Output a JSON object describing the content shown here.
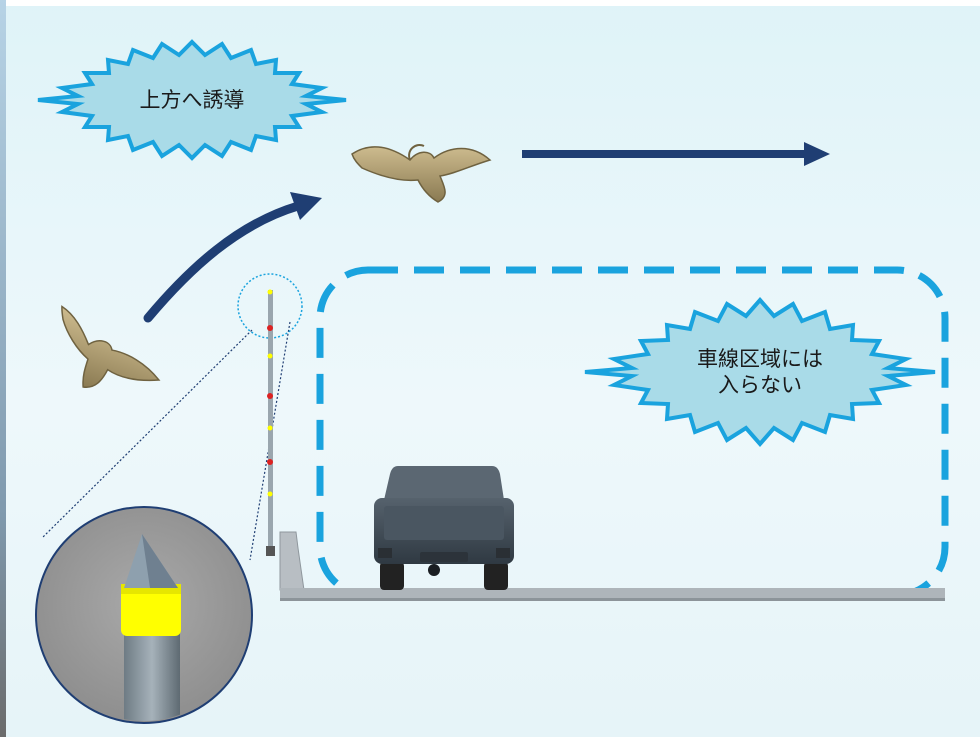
{
  "labels": {
    "guide_upward": "上方へ誘導",
    "no_entry_line1": "車線区域には",
    "no_entry_line2": "入らない"
  },
  "colors": {
    "burst_fill": "#a9dbe8",
    "burst_stroke": "#1aa3de",
    "arrow": "#1f3e73",
    "dashed_zone": "#1aa3de",
    "bird": "#b8a57a",
    "vehicle": "#3b4753",
    "pole_band_yellow": "#ffff00",
    "pole_band_red": "#dd2222"
  },
  "icons": [
    "bird-icon",
    "pickup-truck-icon",
    "warning-pole-icon"
  ]
}
